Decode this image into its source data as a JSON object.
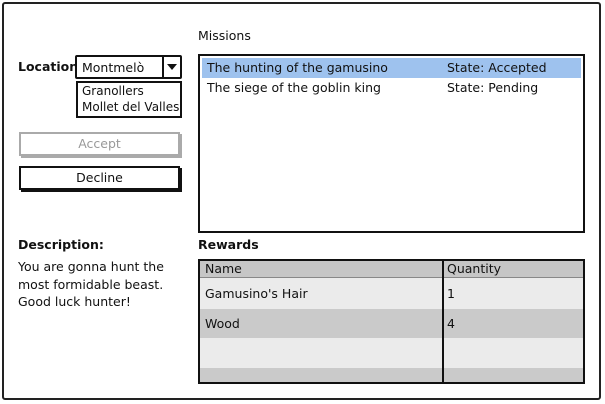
{
  "missions_panel": {
    "title": "Missions",
    "rows": [
      {
        "name": "The hunting of the gamusino",
        "state": "State: Accepted",
        "selected": true
      },
      {
        "name": "The siege of the goblin king",
        "state": "State: Pending",
        "selected": false
      }
    ]
  },
  "location": {
    "label": "Location",
    "selected": "Montmelò",
    "options": [
      "Granollers",
      "Mollet del Valles"
    ]
  },
  "buttons": {
    "accept": "Accept",
    "decline": "Decline"
  },
  "description": {
    "title": "Description:",
    "lines": [
      "You are gonna hunt the",
      "most formidable beast.",
      "Good luck hunter!"
    ]
  },
  "rewards": {
    "title": "Rewards",
    "columns": [
      "Name",
      "Quantity"
    ],
    "rows": [
      {
        "name": "Gamusino's Hair",
        "quantity": "1"
      },
      {
        "name": "Wood",
        "quantity": "4"
      }
    ]
  },
  "colors": {
    "selection": "#9ec2ee",
    "header_gray": "#c6c6c6",
    "row_gray": "#cacaca",
    "row_light": "#ebebeb"
  }
}
